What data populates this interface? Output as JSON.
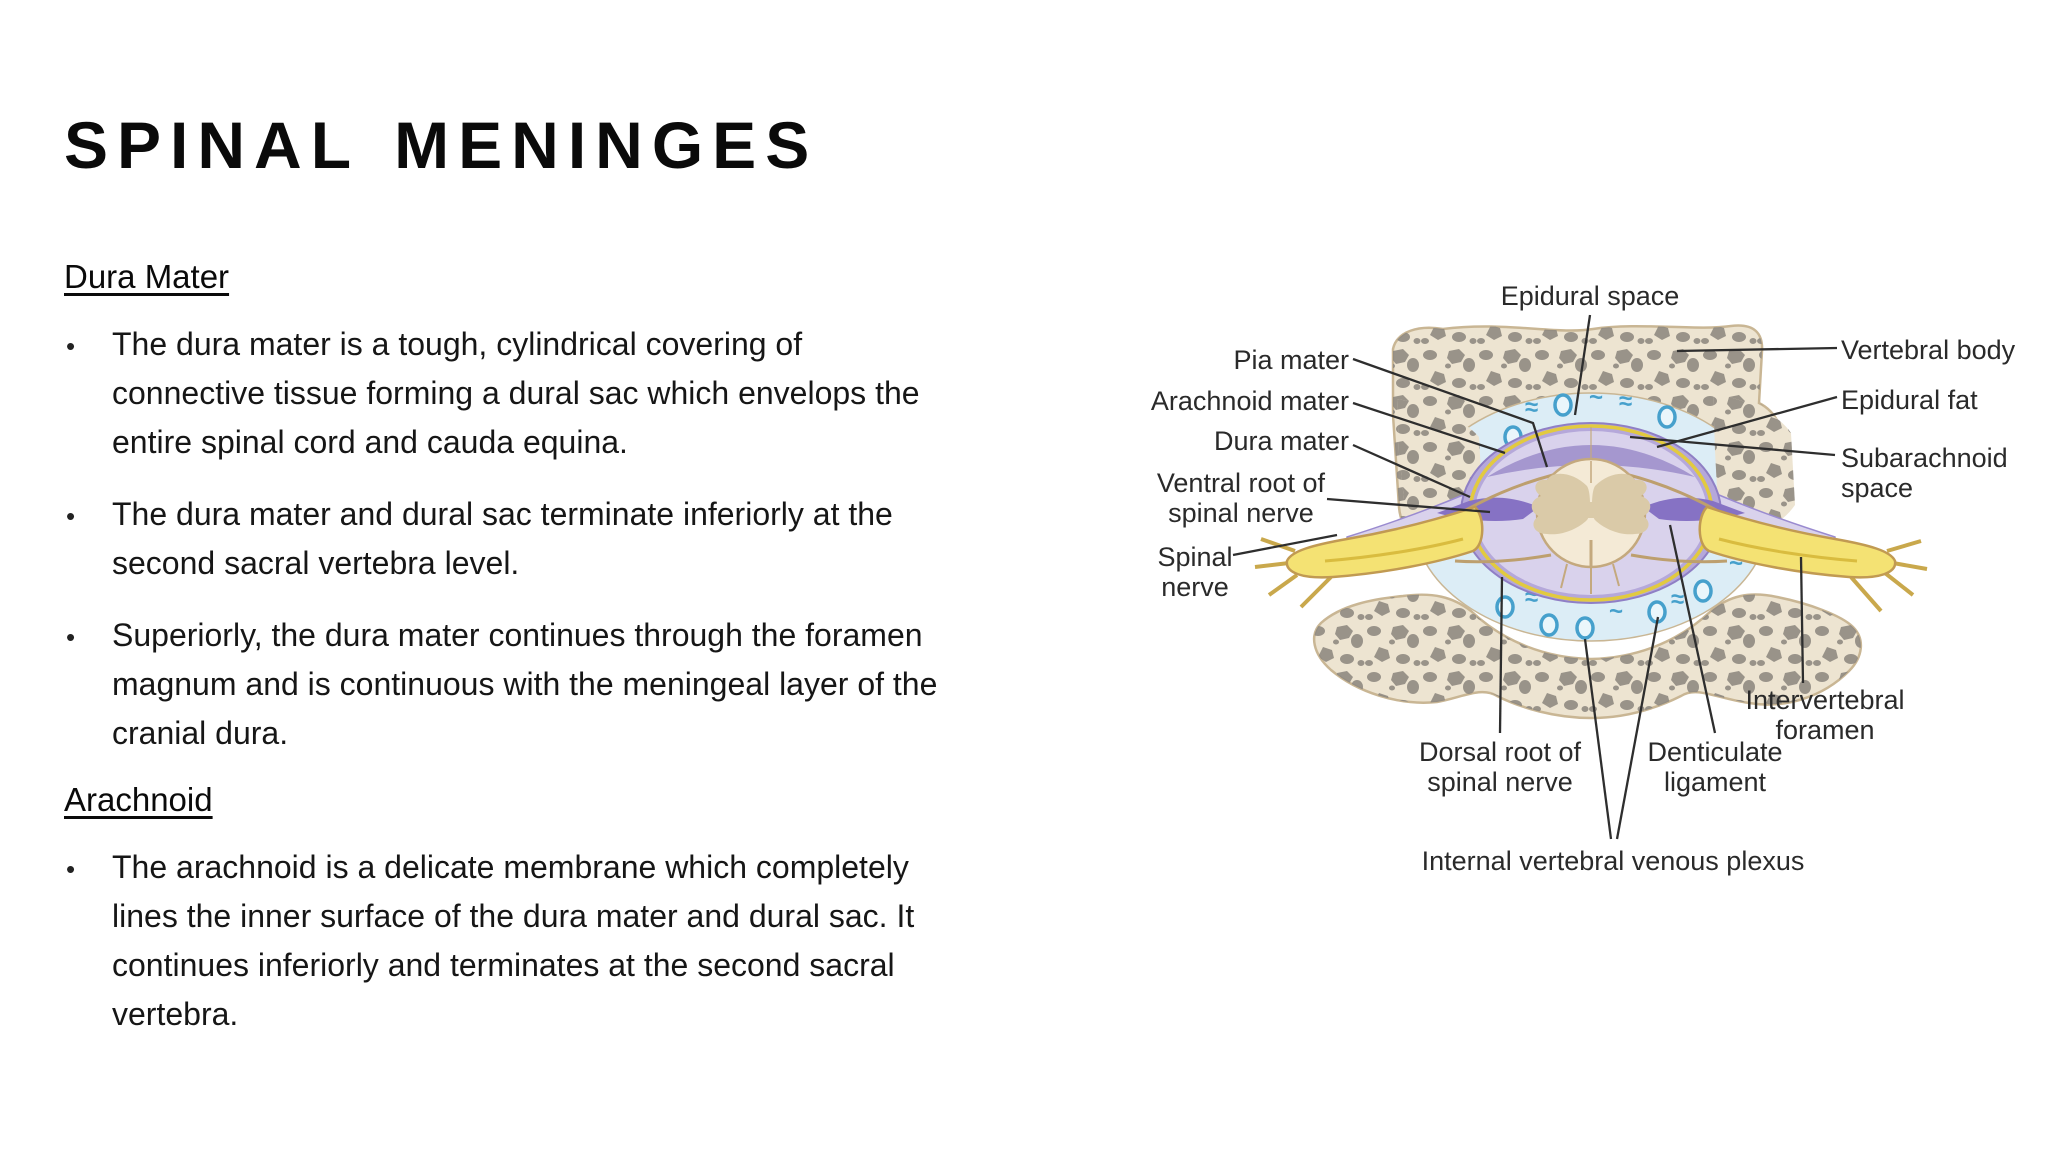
{
  "slide": {
    "title": "SPINAL MENINGES",
    "sections": [
      {
        "heading": "Dura Mater",
        "bullets": [
          [
            "The dura mater is a tough, cylindrical covering of",
            "connective tissue forming a dural sac which envelops the",
            "entire spinal cord and cauda equina."
          ],
          [
            "The dura mater and dural sac terminate inferiorly at the",
            "second sacral vertebra level."
          ],
          [
            "Superiorly, the dura mater continues through the foramen",
            "magnum and is continuous with the meningeal layer of the",
            "cranial dura."
          ]
        ]
      },
      {
        "heading": "Arachnoid",
        "bullets": [
          [
            "The arachnoid is a delicate membrane which completely",
            "lines the inner surface of the dura mater and dural sac. It",
            "continues inferiorly and terminates at the second sacral",
            "vertebra."
          ]
        ]
      }
    ]
  },
  "diagram": {
    "labels": {
      "epidural_space": "Epidural space",
      "vertebral_body": "Vertebral body",
      "pia_mater": "Pia mater",
      "epidural_fat": "Epidural fat",
      "arachnoid_mater": "Arachnoid mater",
      "dura_mater": "Dura mater",
      "subarachnoid_space": [
        "Subarachnoid",
        "space"
      ],
      "ventral_root": [
        "Ventral root of",
        "spinal nerve"
      ],
      "spinal_nerve": [
        "Spinal",
        "nerve"
      ],
      "intervertebral_foramen": [
        "Intervertebral",
        "foramen"
      ],
      "dorsal_root": [
        "Dorsal root of",
        "spinal nerve"
      ],
      "denticulate_ligament": [
        "Denticulate",
        "ligament"
      ],
      "venous_plexus": "Internal vertebral venous plexus"
    },
    "glyphs": {
      "fat_squiggle": "≈",
      "vein_squiggle": "~"
    },
    "colors": {
      "bone": "#EDE4D1",
      "bone_speckle": "#8D8780",
      "bone_outline": "#C9B694",
      "epidural_space": "#DCEDF6",
      "vein_blue": "#46A0CC",
      "vein_fill": "#EAF6FB",
      "dura": "#B5A8DA",
      "dura_outline": "#8F7FC5",
      "subarachnoid": "#D9D2EC",
      "subarachnoid_deep": "#9F90CC",
      "arachnoid_yellow": "#E2CA3F",
      "nerve_yellow": "#F4E273",
      "nerve_outline": "#C19A52",
      "denticulate": "#8672C4",
      "cord": "#F4EAD6",
      "cord_outline": "#C4A97E",
      "gray_matter": "#DACAA8",
      "label_text": "#2A2A2A",
      "leader_line": "#2E2E2E"
    }
  }
}
